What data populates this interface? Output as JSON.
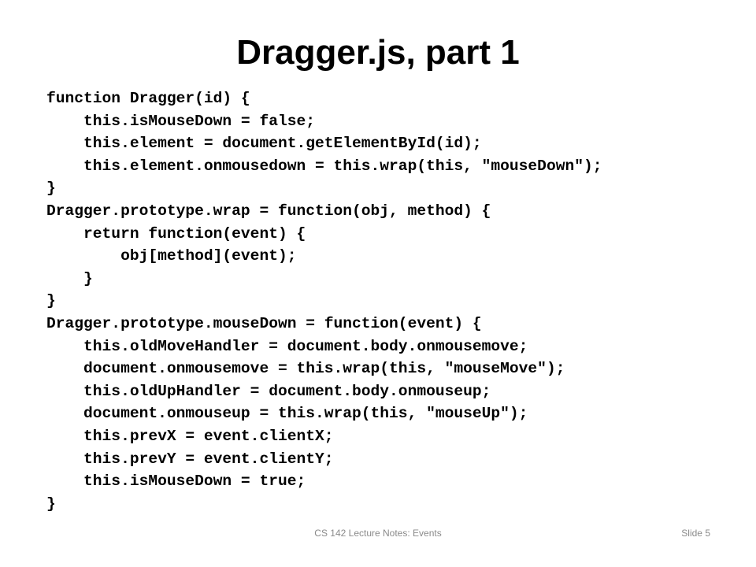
{
  "slide": {
    "title": "Dragger.js, part 1",
    "code_lines": [
      "function Dragger(id) {",
      "    this.isMouseDown = false;",
      "    this.element = document.getElementById(id);",
      "    this.element.onmousedown = this.wrap(this, \"mouseDown\");",
      "}",
      "Dragger.prototype.wrap = function(obj, method) {",
      "    return function(event) {",
      "        obj[method](event);",
      "    }",
      "}",
      "Dragger.prototype.mouseDown = function(event) {",
      "    this.oldMoveHandler = document.body.onmousemove;",
      "    document.onmousemove = this.wrap(this, \"mouseMove\");",
      "    this.oldUpHandler = document.body.onmouseup;",
      "    document.onmouseup = this.wrap(this, \"mouseUp\");",
      "    this.prevX = event.clientX;",
      "    this.prevY = event.clientY;",
      "    this.isMouseDown = true;",
      "}"
    ],
    "footer": {
      "center_text": "CS 142 Lecture Notes: Events",
      "slide_number": "Slide 5"
    }
  }
}
